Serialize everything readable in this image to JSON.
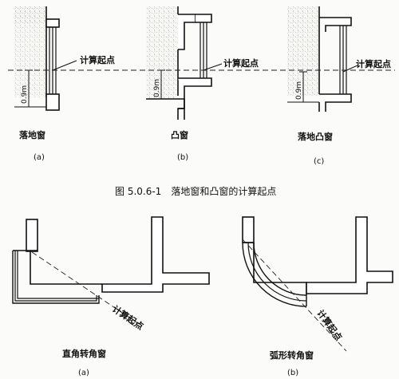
{
  "figure1": {
    "annotation_start": "计算起点",
    "dimension": "0.9m",
    "panels": [
      {
        "name": "落地窗",
        "letter": "(a)"
      },
      {
        "name": "凸窗",
        "letter": "(b)"
      },
      {
        "name": "落地凸窗",
        "letter": "(c)"
      }
    ],
    "caption": "图 5.0.6-1　落地窗和凸窗的计算起点"
  },
  "figure2": {
    "annotation_start": "计算起点",
    "panels": [
      {
        "name": "直角转角窗",
        "letter": "(a)"
      },
      {
        "name": "弧形转角窗",
        "letter": "(b)"
      }
    ]
  }
}
